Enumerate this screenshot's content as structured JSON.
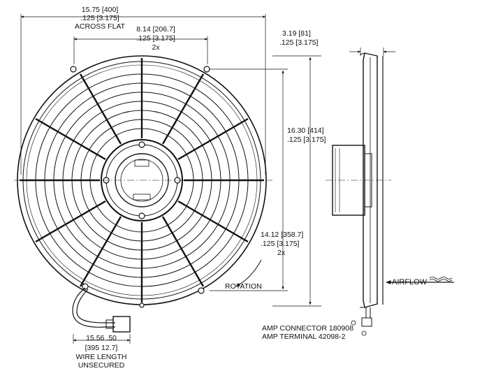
{
  "across_flat": {
    "dimension": "15.75 [400]",
    "tolerance": ".125 [3.175]",
    "note": "ACROSS FLAT"
  },
  "mount_spacing": {
    "dimension": "8.14 [206.7]",
    "tolerance": ".125 [3.175]",
    "count": "2x"
  },
  "depth": {
    "dimension": "3.19 [81]",
    "tolerance": ".125 [3.175]"
  },
  "height": {
    "dimension": "16.30 [414]",
    "tolerance": ".125 [3.175]"
  },
  "lower_mount": {
    "dimension": "14.12 [358.7]",
    "tolerance": ".125 [3.175]",
    "count": "2x"
  },
  "rotation_label": "ROTATION",
  "airflow_label": "AIRFLOW",
  "connector": {
    "line1": "AMP CONNECTOR 180908",
    "line2": "AMP TERMINAL 42098-2"
  },
  "wire": {
    "dimension": "15.56 .50",
    "metric": "[395 12.7]",
    "note1": "WIRE LENGTH",
    "note2": "UNSECURED"
  }
}
